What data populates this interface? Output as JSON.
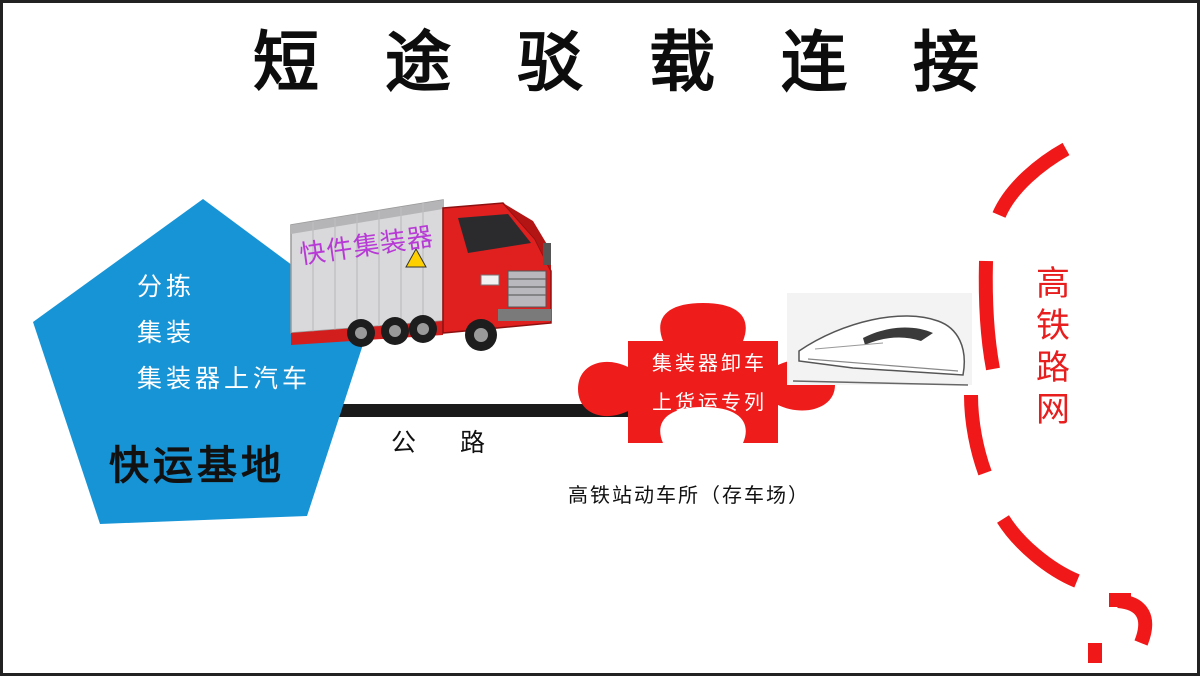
{
  "title": "短途驳载连接",
  "base": {
    "steps": [
      "分拣",
      "集装",
      "集装器上汽车"
    ],
    "name": "快运基地"
  },
  "truck": {
    "cargo_label": "快件集装器"
  },
  "road": {
    "label": "公 路"
  },
  "transfer": {
    "lines": [
      "集装器卸车",
      "上货运专列"
    ],
    "station_label": "高铁站动车所（存车场）"
  },
  "rail_network": {
    "chars": [
      "高",
      "铁",
      "路",
      "网"
    ]
  },
  "colors": {
    "base_fill": "#1794d6",
    "puzzle_fill": "#ef1c1c",
    "network_dash": "#f01818",
    "road": "#1a1a1a"
  },
  "icons": [
    "truck-illustration",
    "train-illustration",
    "puzzle-piece-shape",
    "pentagon-shape"
  ]
}
